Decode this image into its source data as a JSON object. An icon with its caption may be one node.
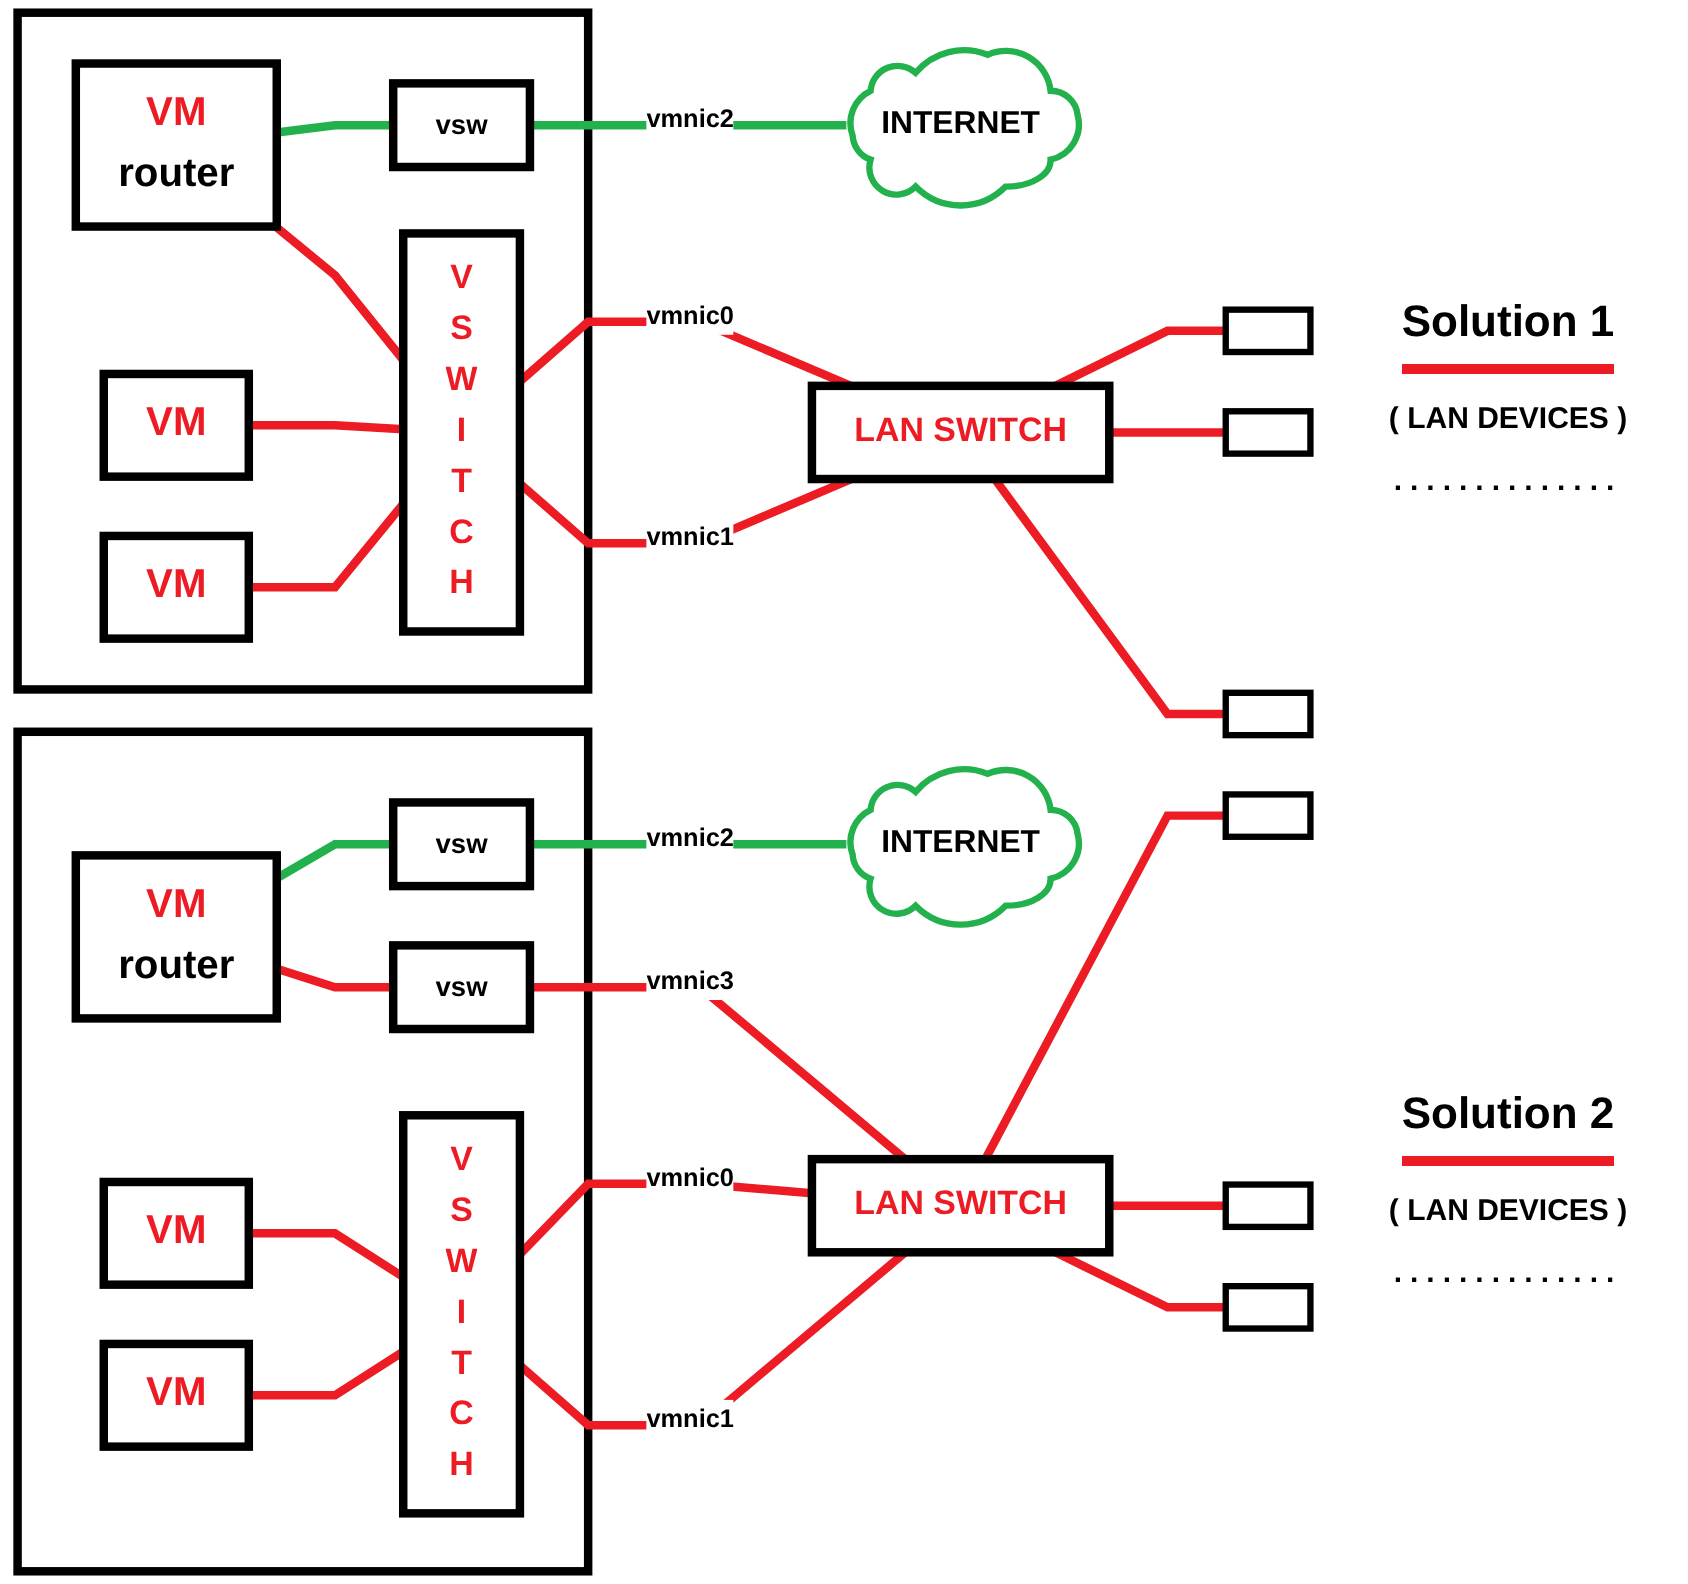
{
  "diagram": {
    "nodes": [
      {
        "text": [
          "INTERNET"
        ]
      },
      {
        "text": [],
        "shape": "box"
      },
      {
        "text": [
          "VM",
          "router"
        ],
        "in": 1
      },
      {
        "text": [
          "vsw"
        ],
        "in": 1
      },
      {
        "text": [
          "V S W I T C H"
        ],
        "in": 1
      },
      {
        "text": [
          "VM"
        ],
        "in": 1
      },
      {
        "text": [
          "VM"
        ],
        "in": 1
      },
      {
        "text": [
          "LAN SWITCH"
        ]
      },
      {
        "text": [],
        "shape": "box"
      },
      {
        "text": [],
        "shape": "box"
      },
      {
        "text": [],
        "shape": "box"
      },
      {
        "text": [
          "INTERNET"
        ]
      },
      {
        "text": [],
        "shape": "box"
      },
      {
        "text": [
          "VM",
          "router"
        ],
        "in": 12
      },
      {
        "text": [
          "vsw"
        ],
        "in": 12
      },
      {
        "text": [
          "vsw"
        ],
        "in": 12
      },
      {
        "text": [
          "V S W I T C H"
        ],
        "in": 12
      },
      {
        "text": [
          "VM"
        ],
        "in": 12
      },
      {
        "text": [
          "VM"
        ],
        "in": 12
      },
      {
        "text": [
          "LAN SWITCH"
        ]
      },
      {
        "text": [],
        "shape": "box"
      },
      {
        "text": [],
        "shape": "box"
      },
      {
        "text": [],
        "shape": "box"
      }
    ],
    "edges": [
      {
        "from": 2,
        "to": 3,
        "arrow": "none",
        "color": "#22b14c"
      },
      {
        "from": 3,
        "to": 0,
        "arrow": "none",
        "label": "vmnic2",
        "color": "#22b14c"
      },
      {
        "from": 2,
        "to": 4,
        "arrow": "none"
      },
      {
        "from": 5,
        "to": 4,
        "arrow": "none"
      },
      {
        "from": 6,
        "to": 4,
        "arrow": "none"
      },
      {
        "from": 4,
        "to": 7,
        "arrow": "none",
        "label": "vmnic0"
      },
      {
        "from": 4,
        "to": 7,
        "arrow": "none",
        "label": "vmnic1"
      },
      {
        "from": 7,
        "to": 8,
        "arrow": "none"
      },
      {
        "from": 7,
        "to": 9,
        "arrow": "none"
      },
      {
        "from": 7,
        "to": 10,
        "arrow": "none"
      },
      {
        "from": 13,
        "to": 14,
        "arrow": "none",
        "color": "#22b14c"
      },
      {
        "from": 14,
        "to": 11,
        "arrow": "none",
        "label": "vmnic2",
        "color": "#22b14c"
      },
      {
        "from": 13,
        "to": 15,
        "arrow": "none"
      },
      {
        "from": 15,
        "to": 19,
        "arrow": "none",
        "label": "vmnic3"
      },
      {
        "from": 17,
        "to": 16,
        "arrow": "none"
      },
      {
        "from": 18,
        "to": 16,
        "arrow": "none"
      },
      {
        "from": 16,
        "to": 19,
        "arrow": "none",
        "label": "vmnic0"
      },
      {
        "from": 16,
        "to": 19,
        "arrow": "none",
        "label": "vmnic1"
      },
      {
        "from": 19,
        "to": 20,
        "arrow": "none"
      },
      {
        "from": 19,
        "to": 21,
        "arrow": "none"
      },
      {
        "from": 19,
        "to": 22,
        "arrow": "none"
      }
    ],
    "labels": [
      "Solution 1",
      "( LAN DEVICES )",
      "..............",
      "Solution 2",
      "( LAN DEVICES )",
      ".............."
    ]
  }
}
